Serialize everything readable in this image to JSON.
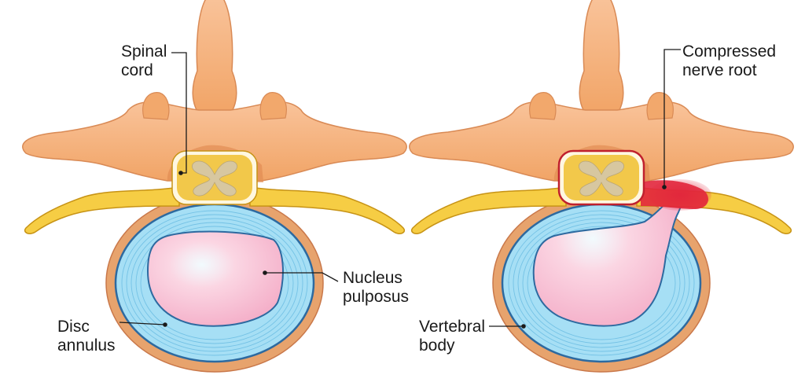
{
  "labels": {
    "spinal_cord": [
      "Spinal",
      "cord"
    ],
    "nucleus_pulposus": [
      "Nucleus",
      "pulposus"
    ],
    "disc_annulus": [
      "Disc",
      "annulus"
    ],
    "compressed_nerve_root": [
      "Compressed",
      "nerve root"
    ],
    "vertebral_body": [
      "Vertebral",
      "body"
    ]
  },
  "colors": {
    "bone": "#f6b47e",
    "bone_dark": "#e8925a",
    "bone_outline": "#c9784a",
    "body_ring": "#e7a36d",
    "annulus": "#a6dff5",
    "annulus_line": "#6fbfe4",
    "annulus_outline": "#2d6aa0",
    "nucleus": "#f9c4d6",
    "nucleus_outline": "#2d6aa0",
    "cord": "#f2c84a",
    "cord_outline": "#d99a1e",
    "grey_matter": "#d7c7a0",
    "nerve": "#f6cd44",
    "nerve_outline": "#c79315",
    "compression": "#e2263c",
    "leader": "#1a1a1a"
  }
}
